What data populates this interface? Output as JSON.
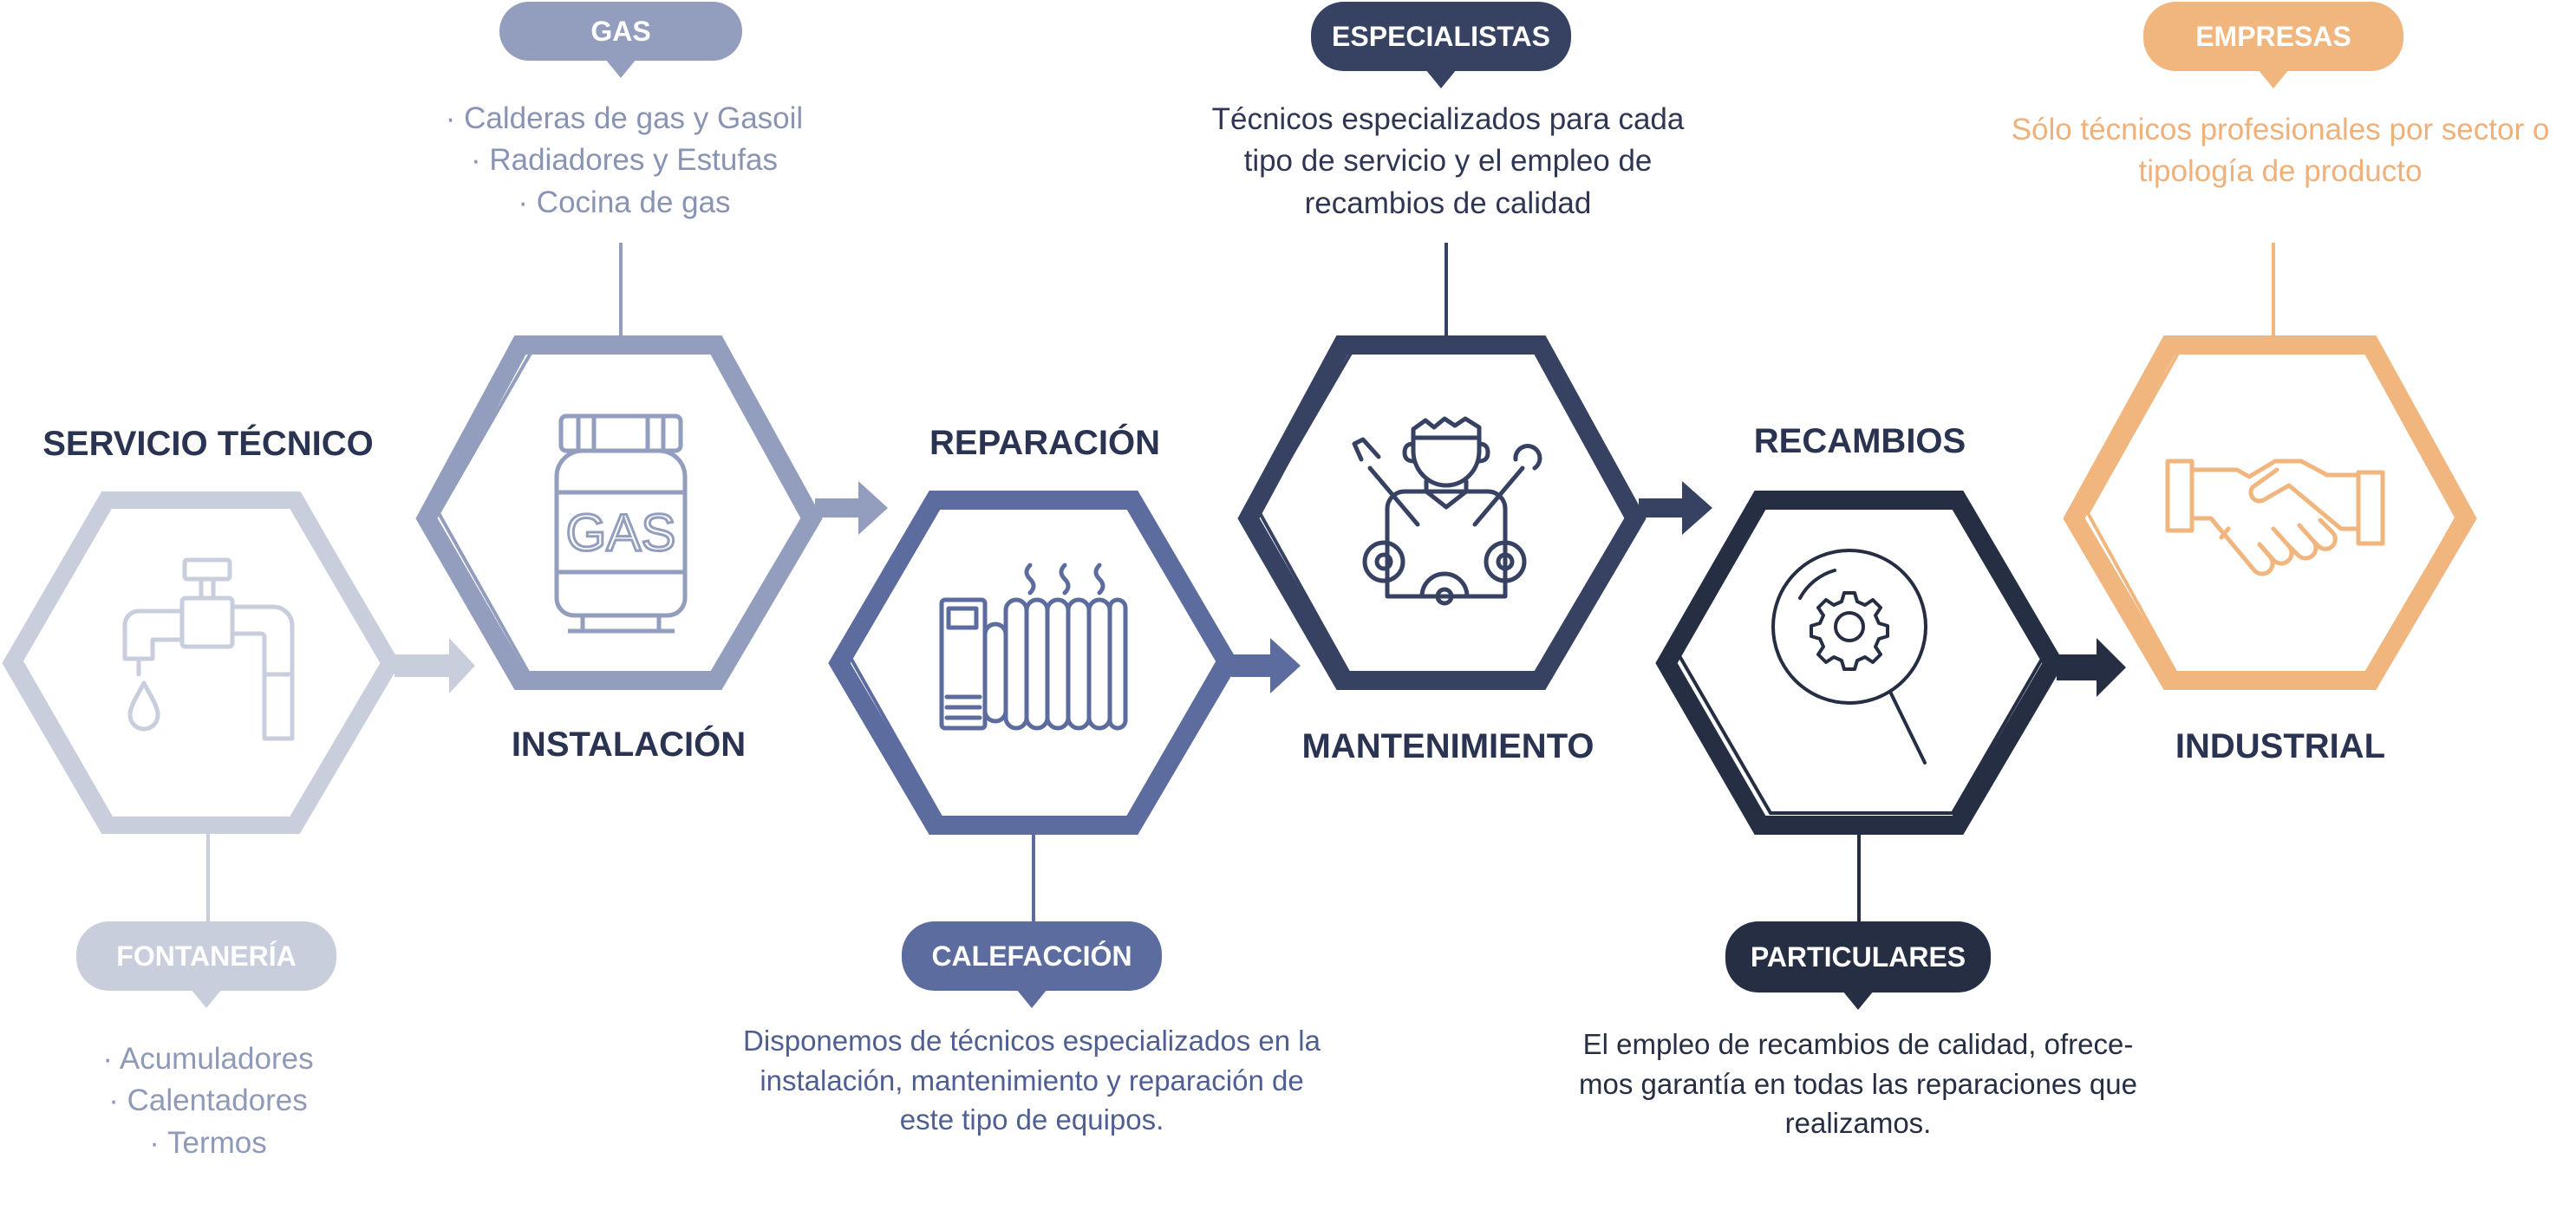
{
  "colors": {
    "fontaneria": "#c9cedd",
    "fontaneria_text": "#8f9ab8",
    "gas": "#939dbd",
    "gas_text": "#8993b4",
    "calefaccion": "#5c6c9e",
    "calefaccion_text": "#4f5e93",
    "especialistas": "#374263",
    "especialistas_text": "#2e3654",
    "particulares": "#262e44",
    "particulares_text": "#262e44",
    "empresas": "#f1b67e",
    "empresas_text": "#efb07a",
    "title": "#2a3352"
  },
  "steps": [
    {
      "title": "SERVICIO TÉCNICO",
      "tag": "FONTANERÍA",
      "items": [
        "· Acumuladores",
        "· Calentadores",
        "· Termos"
      ],
      "icon": "faucet-icon"
    },
    {
      "title": "INSTALACIÓN",
      "tag": "GAS",
      "items": [
        "· Calderas de gas y Gasoil",
        "· Radiadores y Estufas",
        "· Cocina de gas"
      ],
      "icon": "gas-cylinder-icon",
      "icon_text": "GAS"
    },
    {
      "title": "REPARACIÓN",
      "tag": "CALEFACCIÓN",
      "description": "Disponemos de técnicos especializados en la instalación, mantenimiento y reparación de este tipo de equipos.",
      "icon": "radiator-icon"
    },
    {
      "title": "MANTENIMIENTO",
      "tag": "ESPECIALISTAS",
      "description": "Técnicos especializados para cada tipo de servicio y el empleo de recambios de calidad",
      "icon": "technician-icon"
    },
    {
      "title": "RECAMBIOS",
      "tag": "PARTICULARES",
      "description": "El empleo de recambios de calidad, ofrece-mos garantía en todas las reparaciones que realizamos.",
      "icon": "gear-magnifier-icon"
    },
    {
      "title": "INDUSTRIAL",
      "tag": "EMPRESAS",
      "description": "Sólo técnicos profesionales por sector o tipología de producto",
      "icon": "handshake-icon"
    }
  ]
}
